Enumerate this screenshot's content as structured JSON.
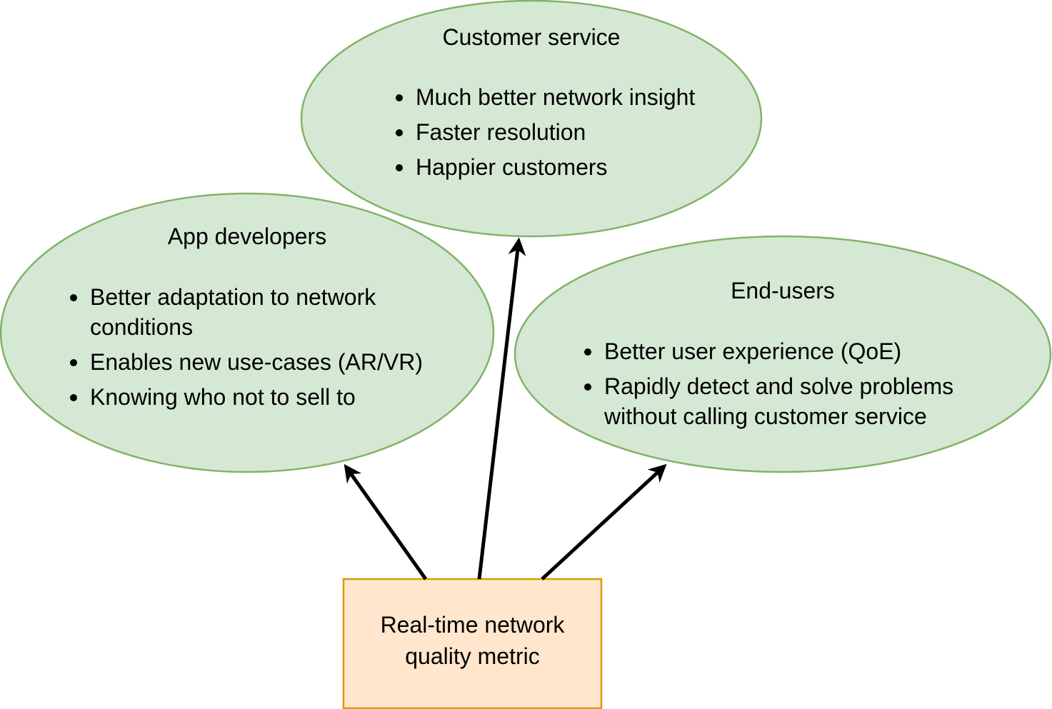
{
  "colors": {
    "ellipse_fill": "#d5e8d4",
    "ellipse_stroke": "#82b366",
    "box_fill": "#ffe6cc",
    "box_stroke": "#d79b00",
    "arrow": "#000000"
  },
  "source": {
    "line1": "Real-time network",
    "line2": "quality metric"
  },
  "customer_service": {
    "title": "Customer service",
    "bullets": [
      "Much better network insight",
      "Faster resolution",
      "Happier customers"
    ]
  },
  "app_developers": {
    "title": "App developers",
    "bullets": [
      "Better adaptation to network conditions",
      "Enables new use-cases (AR/VR)",
      "Knowing who not to sell to"
    ]
  },
  "end_users": {
    "title": "End-users",
    "bullets": [
      "Better user experience (QoE)",
      "Rapidly detect and solve problems without calling customer service"
    ]
  }
}
